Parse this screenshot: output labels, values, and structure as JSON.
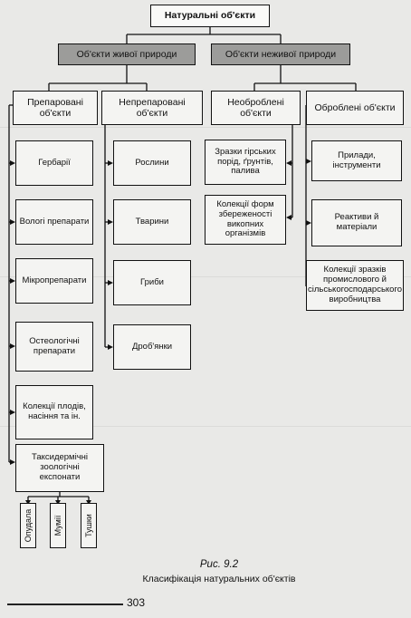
{
  "root": "Натуральні об'єкти",
  "level1": {
    "living": "Об'єкти живої природи",
    "nonliving": "Об'єкти неживої природи"
  },
  "columns": {
    "prepared": {
      "title": "Препаровані об'єкти",
      "items": [
        "Гербарії",
        "Вологі препарати",
        "Мікропрепарати",
        "Остеологічні препарати",
        "Колекції плодів, насіння та ін.",
        "Таксидермічні зоологічні експонати"
      ]
    },
    "unprepared": {
      "title": "Непрепаровані об'єкти",
      "items": [
        "Рослини",
        "Тварини",
        "Гриби",
        "Дроб'янки"
      ]
    },
    "unprocessed": {
      "title": "Необроблені об'єкти",
      "items": [
        "Зразки гірських порід, ґрунтів, палива",
        "Колекції форм збереженості викопних організмів"
      ]
    },
    "processed": {
      "title": "Оброблені об'єкти",
      "items": [
        "Прилади, інструменти",
        "Реактиви й матеріали",
        "Колекції зразків промислового й сільськогосподарського виробництва"
      ]
    }
  },
  "taxidermy_types": [
    "Опудала",
    "Мумії",
    "Тушки"
  ],
  "caption": {
    "figure": "Рис. 9.2",
    "title": "Класифікація натуральних об'єктів"
  },
  "page_number": "303"
}
